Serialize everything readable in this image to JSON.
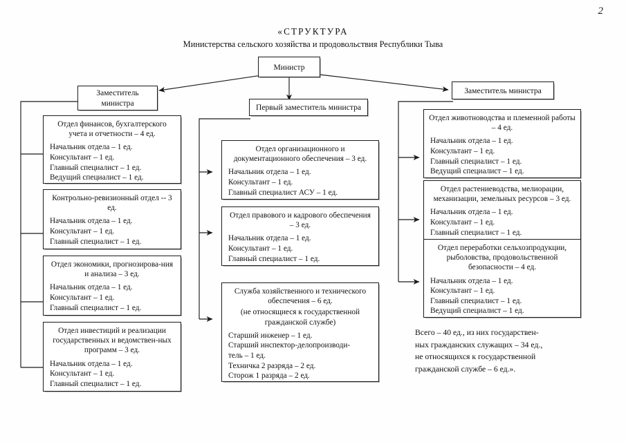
{
  "page_number": "2",
  "title": {
    "line1": "«СТРУКТУРА",
    "line2": "Министерства сельского хозяйства и продовольствия Республики Тыва"
  },
  "nodes": {
    "minister": {
      "label": "Министр"
    },
    "deputy_left": {
      "label": "Заместитель\nминистра"
    },
    "deputy_first": {
      "label": "Первый заместитель министра"
    },
    "deputy_right": {
      "label": "Заместитель министра"
    }
  },
  "columns": {
    "left": [
      {
        "title": "Отдел финансов, бухгалтерского учета и отчетности – 4 ед.",
        "staff": [
          "Начальник отдела – 1 ед.",
          "Консультант – 1 ед.",
          "Главный специалист – 1 ед.",
          "Ведущий специалист – 1 ед."
        ]
      },
      {
        "title": "Контрольно-ревизионный отдел -- 3 ед.",
        "staff": [
          "Начальник отдела – 1 ед.",
          "Консультант – 1 ед.",
          "Главный специалист – 1 ед."
        ]
      },
      {
        "title": "Отдел экономики, прогнозирова-ния и анализа – 3 ед.",
        "staff": [
          "Начальник отдела – 1 ед.",
          "Консультант – 1 ед.",
          "Главный специалист – 1 ед."
        ]
      },
      {
        "title": "Отдел инвестиций и реализации государственных и ведомствен-ных программ – 3 ед.",
        "staff": [
          "Начальник отдела – 1 ед.",
          "Консультант – 1 ед.",
          "Главный специалист – 1 ед."
        ]
      }
    ],
    "middle": [
      {
        "title": "Отдел организационного и документационного обеспечения – 3 ед.",
        "staff": [
          "Начальник отдела – 1 ед.",
          "Консультант – 1 ед.",
          "Главный специалист АСУ – 1 ед."
        ]
      },
      {
        "title": "Отдел правового и кадрового обеспечения – 3 ед.",
        "staff": [
          "Начальник отдела – 1 ед.",
          "Консультант – 1 ед.",
          "Главный специалист – 1 ед."
        ]
      },
      {
        "title": "Служба хозяйственного и технического обеспечения – 6 ед.",
        "subtitle": "(не относящиеся к государственной гражданской службе)",
        "staff": [
          "Старший инженер – 1 ед.",
          "Старший инспектор-делопроизводи-",
          "тель – 1 ед.",
          "Техничка 2 разряда – 2 ед.",
          "Сторож 1 разряда – 2 ед."
        ]
      }
    ],
    "right": [
      {
        "title": "Отдел животноводства и племенной работы – 4 ед.",
        "staff": [
          "Начальник отдела – 1 ед.",
          "Консультант – 1 ед.",
          "Главный специалист – 1 ед.",
          "Ведущий специалист – 1 ед."
        ]
      },
      {
        "title": "Отдел растениеводства, мелиорации, механизации, земельных ресурсов – 3 ед.",
        "staff": [
          "Начальник отдела – 1 ед.",
          "Консультант – 1 ед.",
          "Главный специалист – 1 ед."
        ]
      },
      {
        "title": "Отдел переработки сельхозпродукции, рыболовства, продовольственной безопасности – 4 ед.",
        "staff": [
          "Начальник отдела – 1 ед.",
          "Консультант – 1 ед.",
          "Главный специалист – 1 ед.",
          "Ведущий специалист – 1 ед."
        ]
      }
    ]
  },
  "summary": [
    "Всего – 40 ед., из них государствен-",
    "ных гражданских служащих – 34 ед.,",
    "не относящихся к государственной",
    "гражданской службе  – 6 ед.»."
  ],
  "colors": {
    "ink": "#111111",
    "paper": "#fefefe",
    "rule": "#1a1a1a",
    "shadow": "#787878"
  }
}
